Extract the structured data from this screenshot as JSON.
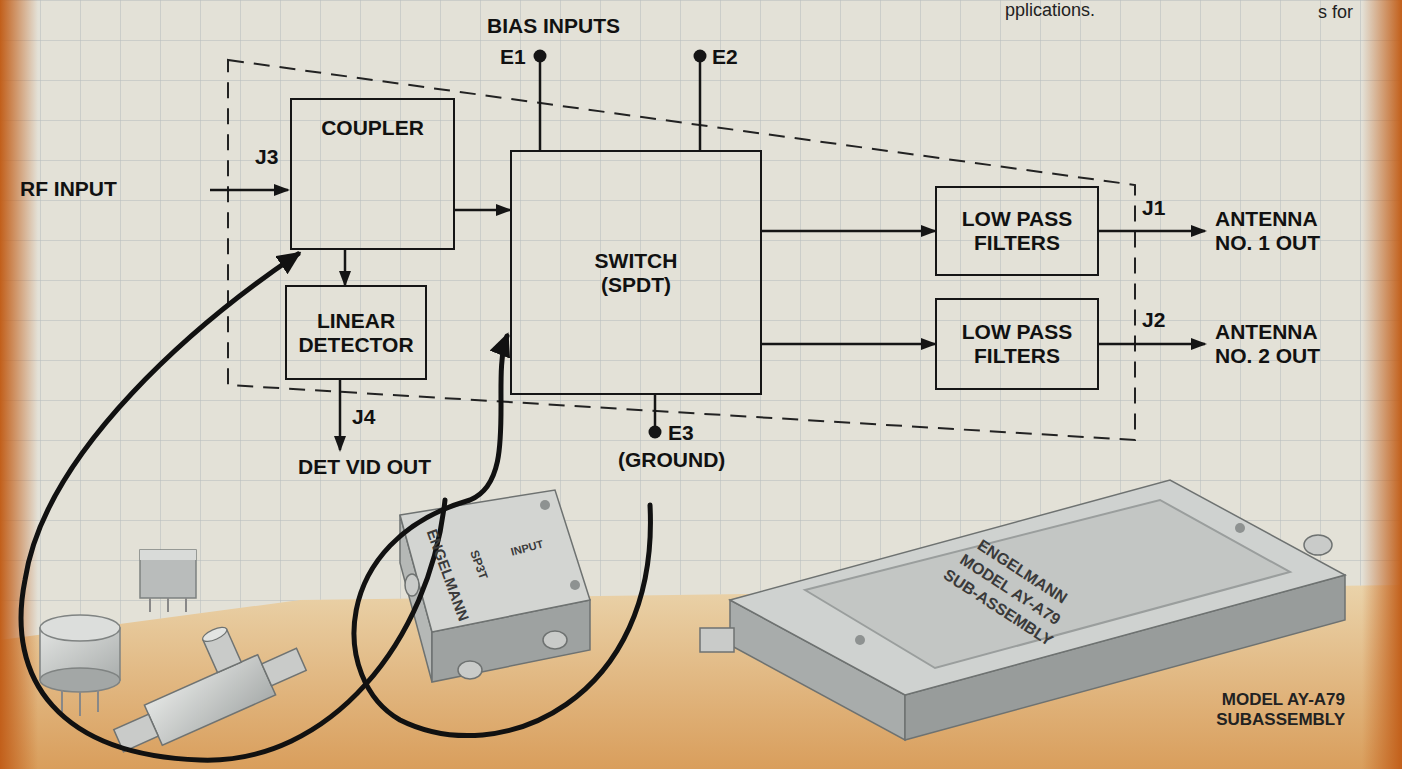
{
  "diagram": {
    "nodes": [
      {
        "text": [
          "COUPLER"
        ]
      },
      {
        "text": [
          "LINEAR DETECTOR"
        ]
      },
      {
        "text": [
          "SWITCH (SPDT)"
        ]
      },
      {
        "text": [
          "LOW PASS FILTERS"
        ]
      },
      {
        "text": [
          "LOW PASS FILTERS"
        ]
      }
    ],
    "edges": [
      {
        "from": 0,
        "to": 2,
        "arrow": "to"
      },
      {
        "from": 0,
        "to": 1,
        "arrow": "to"
      },
      {
        "from": 2,
        "to": 3,
        "arrow": "to"
      },
      {
        "from": 2,
        "to": 4,
        "arrow": "to"
      }
    ],
    "labels": [
      "pplications.",
      "s for",
      "BIAS INPUTS",
      "E1",
      "E2",
      "J3",
      "RF INPUT",
      "J4",
      "DET VID OUT",
      "E3",
      "(GROUND)",
      "J1",
      "ANTENNA NO. 1 OUT",
      "J2",
      "ANTENNA NO. 2 OUT",
      "ENGELMANN",
      "SP3T",
      "INPUT",
      "ENGELMANN",
      "MODEL AY-A79",
      "SUB-ASSEMBLY",
      "MODEL AY-A79 SUBASSEMBLY"
    ]
  }
}
